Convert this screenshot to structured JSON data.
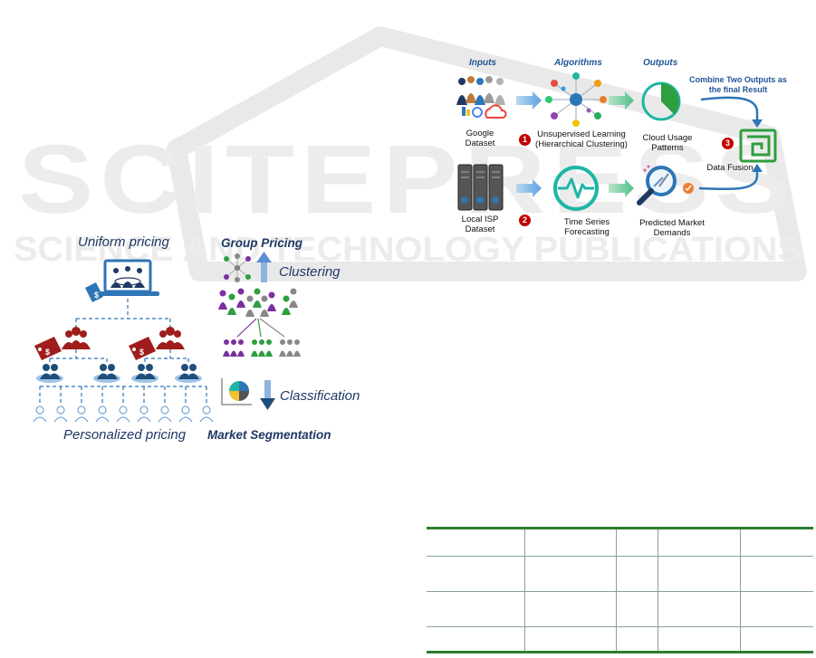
{
  "watermark": {
    "main": "SCITEPRESS",
    "sub": "SCIENCE AND TECHNOLOGY PUBLICATIONS"
  },
  "figure_left": {
    "uniform_pricing": "Uniform pricing",
    "group_pricing": "Group Pricing",
    "clustering": "Clustering",
    "classification": "Classification",
    "personalized_pricing": "Personalized pricing",
    "market_segmentation": "Market Segmentation",
    "tag_symbol": "$"
  },
  "figure_right": {
    "col_inputs": "Inputs",
    "col_algorithms": "Algorithms",
    "col_outputs": "Outputs",
    "combine_line1": "Combine Two Outputs as",
    "combine_line2": "the final Result",
    "google_line1": "Google",
    "google_line2": "Dataset",
    "unsup_line1": "Unsupervised Learning",
    "unsup_line2": "(Hierarchical Clustering)",
    "cloud_line1": "Cloud Usage",
    "cloud_line2": "Patterns",
    "data_fusion": "Data Fusion",
    "isp_line1": "Local ISP",
    "isp_line2": "Dataset",
    "ts_line1": "Time Series",
    "ts_line2": "Forecasting",
    "pred_line1": "Predicted Market",
    "pred_line2": "Demands",
    "step1": "1",
    "step2": "2",
    "step3": "3"
  },
  "table": {
    "rows": 4,
    "cols": 5
  },
  "colors": {
    "dark_blue": "#1f3864",
    "mid_blue": "#2e75b6",
    "teal": "#1fb5a5",
    "green": "#2e9e3e",
    "red": "#c00000",
    "maroon": "#a01d1d",
    "purple": "#7b2fa0"
  }
}
